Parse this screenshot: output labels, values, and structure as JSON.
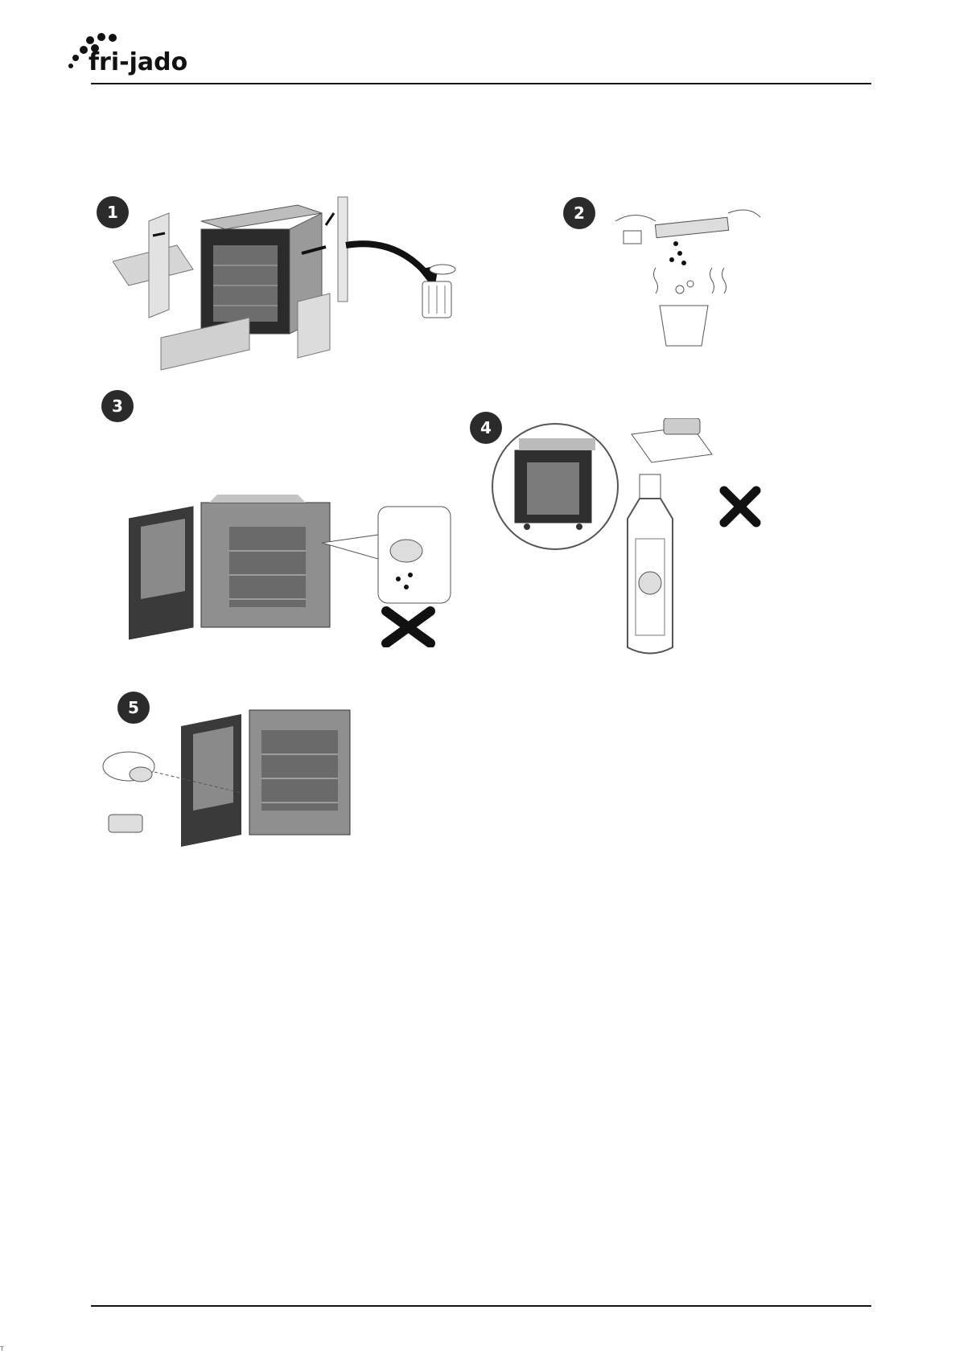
{
  "header": {
    "brand": "fri-jado"
  },
  "steps": [
    {
      "number": "1",
      "illustration": "unpacking-remove-packaging-icon"
    },
    {
      "number": "2",
      "illustration": "clean-shelves-in-hot-water-icon"
    },
    {
      "number": "3",
      "illustration": "do-not-clean-with-wet-cloth-icon"
    },
    {
      "number": "4",
      "illustration": "do-not-use-aggressive-cleaner-icon"
    },
    {
      "number": "5",
      "illustration": "clean-door-with-sponge-icon"
    }
  ],
  "footer": {
    "note": "T"
  },
  "colors": {
    "ink": "#111111",
    "badge": "#2b2b2b",
    "gray": "#8a8a8a",
    "light_gray": "#c9c9c9"
  }
}
